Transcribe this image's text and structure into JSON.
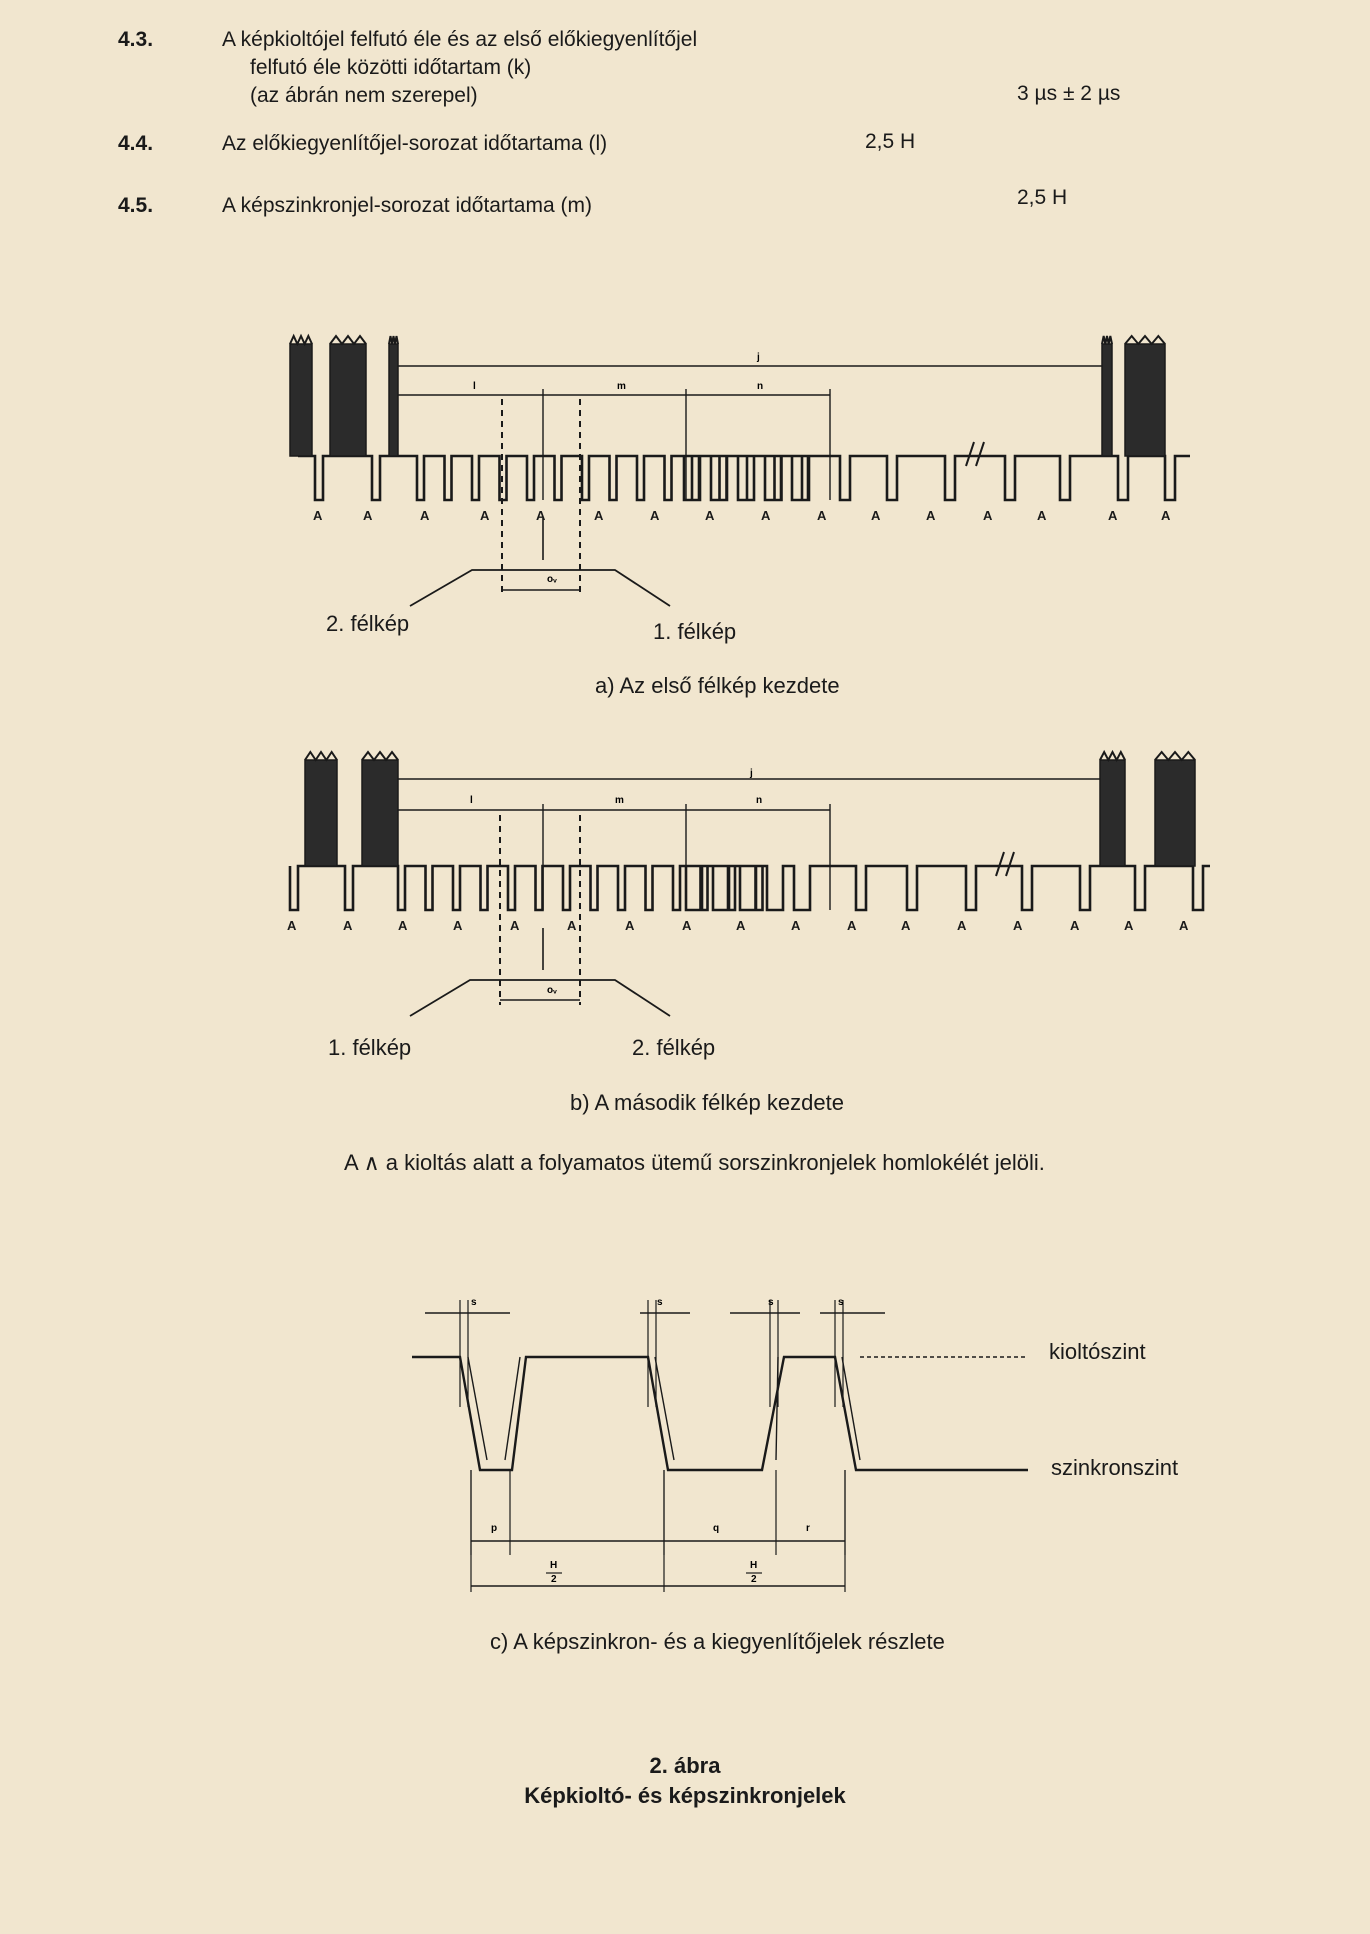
{
  "items": [
    {
      "number": "4.3.",
      "lines": [
        "A képkioltójel felfutó éle és az első előkiegyenlítőjel",
        "felfutó éle közötti időtartam (k)",
        "(az ábrán nem szerepel)"
      ],
      "value": "3 µs ± 2 µs"
    },
    {
      "number": "4.4.",
      "lines": [
        "Az előkiegyenlítőjel-sorozat időtartama (l)"
      ],
      "value": "2,5 H"
    },
    {
      "number": "4.5.",
      "lines": [
        "A képszinkronjel-sorozat időtartama (m)"
      ],
      "value": "2,5 H"
    }
  ],
  "figure_a": {
    "left_label": "2. félkép",
    "right_label": "1. félkép",
    "caption": "a)  Az első félkép kezdete",
    "dim_labels": {
      "j": "j",
      "l": "l",
      "m": "m",
      "n": "n",
      "ov": "oᵥ"
    },
    "tick_label": "A"
  },
  "figure_b": {
    "left_label": "1.  félkép",
    "right_label": "2.  félkép",
    "caption": "b)  A második félkép kezdete",
    "dim_labels": {
      "j": "j",
      "l": "l",
      "m": "m",
      "n": "n",
      "ov": "oᵥ"
    },
    "tick_label": "A"
  },
  "legend_note": "A ∧  a kioltás alatt a folyamatos ütemű sorszinkronjelek homlokélét jelöli.",
  "figure_c": {
    "level_top": "kioltószint",
    "level_bottom": "szinkronszint",
    "caption": "c) A képszinkron- és a kiegyenlítőjelek részlete",
    "dim_labels": {
      "s": "s",
      "p": "p",
      "q": "q",
      "r": "r",
      "h2_num": "H",
      "h2_den": "2"
    }
  },
  "figure_title": {
    "number": "2. ábra",
    "name": "Képkioltó- és képszinkronjelek"
  }
}
